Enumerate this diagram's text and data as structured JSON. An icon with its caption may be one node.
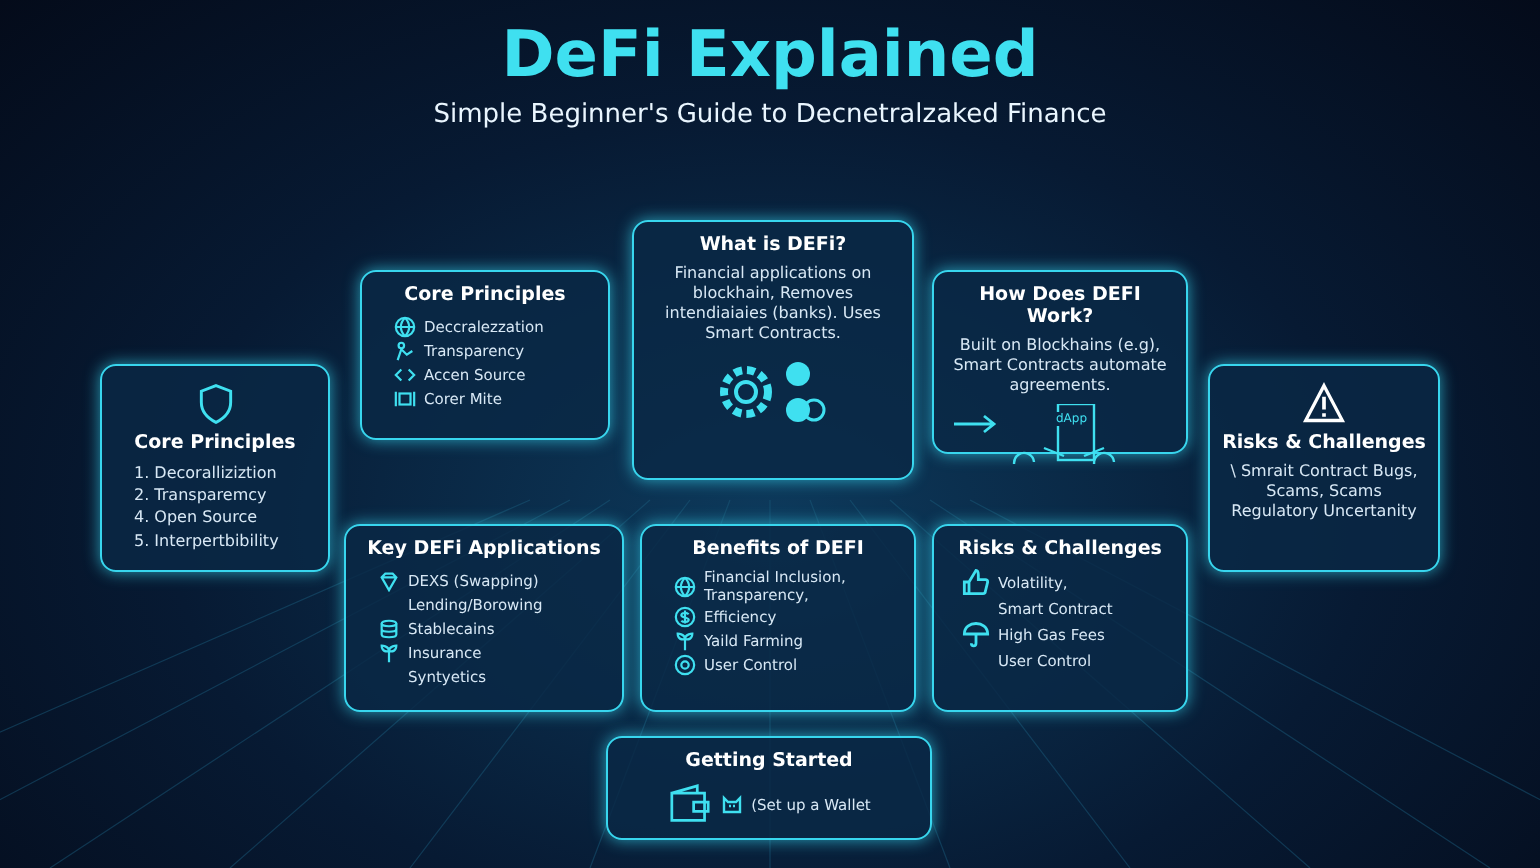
{
  "diagram": {
    "title": "DeFi Explained",
    "nodes": [
      {
        "text": [
          "Core Principles",
          "1. Decoralliziztion",
          "2. Transparemcy",
          "4. Open Source",
          "5. Interpertbibility"
        ]
      },
      {
        "text": [
          "Core Principles",
          "Deccralezzation",
          "Transparency",
          "Accen Source",
          "Corer Mite"
        ]
      },
      {
        "text": [
          "What is DEFi?",
          "Financial applications on blockhain, Removes intendiaiaies (banks). Uses Smart Contracts."
        ]
      },
      {
        "text": [
          "How Does DEFI Work?",
          "Built on Blockhains (e.g), Smart Contracts automate agreements."
        ]
      },
      {
        "text": [
          "Risks & Challenges",
          "\\ Smrait Contract Bugs, Scams, Scams Regulatory Uncertanity"
        ]
      },
      {
        "text": [
          "Key DEFi Applications",
          "DEXS (Swapping)",
          "Lending/Borowing",
          "Stablecains",
          "Insurance",
          "Syntyetics"
        ]
      },
      {
        "text": [
          "Benefits of DEFI",
          "Financial Inclusion, Transparency,",
          "Efficiency",
          "Yaild Farming",
          "User Control"
        ]
      },
      {
        "text": [
          "Risks & Challenges",
          "Volatility,",
          "Smart Contract",
          "High Gas Fees",
          "User Control"
        ]
      },
      {
        "text": [
          "Getting Started",
          "(Set up a Wallet"
        ]
      }
    ],
    "labels": [
      "Simple Beginner's Guide to Decnetralzaked Finance",
      "dApp"
    ]
  }
}
